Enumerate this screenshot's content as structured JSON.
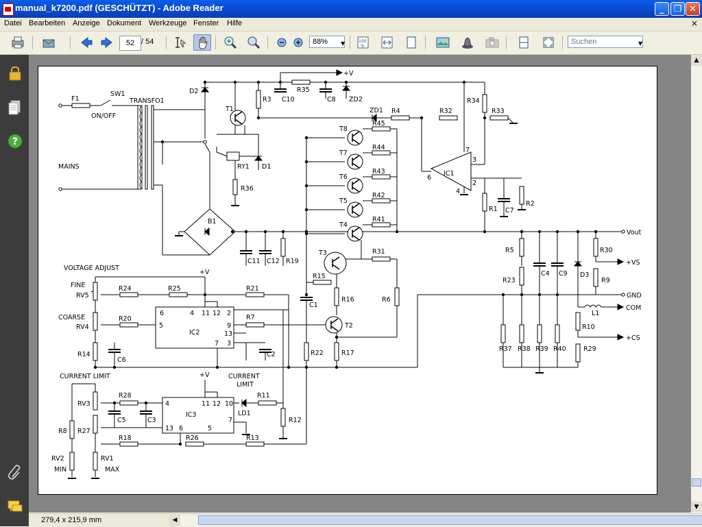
{
  "window": {
    "title": "manual_k7200.pdf (GESCHÜTZT) - Adobe Reader",
    "minimize": "_",
    "maximize": "❐",
    "close": "✕"
  },
  "menu": {
    "items": [
      "Datei",
      "Bearbeiten",
      "Anzeige",
      "Dokument",
      "Werkzeuge",
      "Fenster",
      "Hilfe"
    ],
    "close": "×"
  },
  "toolbar": {
    "page_current": "52",
    "page_total": "/ 54",
    "zoom": "88%",
    "search_placeholder": "Suchen"
  },
  "status": {
    "page_size": "279,4 x 215,9 mm"
  },
  "schematic": {
    "labels": {
      "F1": "F1",
      "SW1": "SW1",
      "ONOFF": "ON/OFF",
      "TRANSFO1": "TRANSFO1",
      "MAINS": "MAINS",
      "D2": "D2",
      "T1": "T1",
      "R3": "R3",
      "C10": "C10",
      "R35": "R35",
      "C8": "C8",
      "ZD2": "ZD2",
      "VPLUS_TOP": "+V",
      "R34": "R34",
      "ZD1": "ZD1",
      "R4": "R4",
      "R32": "R32",
      "R33": "R33",
      "RY1": "RY1",
      "D1": "D1",
      "R36": "R36",
      "B1": "B1",
      "T8": "T8",
      "T7": "T7",
      "T6": "T6",
      "T5": "T5",
      "T4": "T4",
      "T3": "T3",
      "R45": "R45",
      "R44": "R44",
      "R43": "R43",
      "R42": "R42",
      "R41": "R41",
      "R31": "R31",
      "IC1": "IC1",
      "P7": "7",
      "P3": "3",
      "P2": "2",
      "P6": "6",
      "P4": "4",
      "R1": "R1",
      "C7": "C7",
      "R2": "R2",
      "VOUT": "Vout",
      "C11": "C11",
      "C12": "C12",
      "R19": "R19",
      "R5": "R5",
      "C4": "C4",
      "C9": "C9",
      "D3": "D3",
      "R30": "R30",
      "VS": "+VS",
      "R23": "R23",
      "R9": "R9",
      "GND": "GND",
      "L1": "L1",
      "COM": "COM",
      "R10": "R10",
      "CS": "+CS",
      "R29": "R29",
      "R37": "R37",
      "R38": "R38",
      "R39": "R39",
      "R40": "R40",
      "VOLTADJ": "VOLTAGE ADJUST",
      "FINE": "FINE",
      "RV5": "RV5",
      "R24": "R24",
      "R25": "R25",
      "VPLUS_IC2": "+V",
      "R21": "R21",
      "R15": "R15",
      "R16": "R16",
      "R6": "R6",
      "C1": "C1",
      "COARSE": "COARSE",
      "RV4": "RV4",
      "R20": "R20",
      "IC2": "IC2",
      "R7": "R7",
      "T2": "T2",
      "R14": "R14",
      "C6": "C6",
      "C2": "C2",
      "R22": "R22",
      "R17": "R17",
      "CURLIM": "CURRENT LIMIT",
      "VPLUS_IC3": "+V",
      "CURLIM2A": "CURRENT",
      "CURLIM2B": "LIMIT",
      "RV3": "RV3",
      "R28": "R28",
      "R11": "R11",
      "LD1": "LD1",
      "C5": "C5",
      "C3": "C3",
      "IC3": "IC3",
      "R12": "R12",
      "R8": "R8",
      "R27": "R27",
      "R18": "R18",
      "R26": "R26",
      "R13": "R13",
      "RV2": "RV2",
      "MIN": "MIN",
      "RV1": "RV1",
      "MAX": "MAX",
      "IC2P6": "6",
      "IC2P4": "4",
      "IC2P11": "11",
      "IC2P12": "12",
      "IC2P2": "2",
      "IC2P5": "5",
      "IC2P9": "9",
      "IC2P13": "13",
      "IC2P7": "7",
      "IC2P3": "3",
      "IC3P4": "4",
      "IC3P11": "11",
      "IC3P12": "12",
      "IC3P10": "10",
      "IC3P13": "13",
      "IC3P6": "6",
      "IC3P5": "5",
      "IC3P7": "7"
    }
  }
}
